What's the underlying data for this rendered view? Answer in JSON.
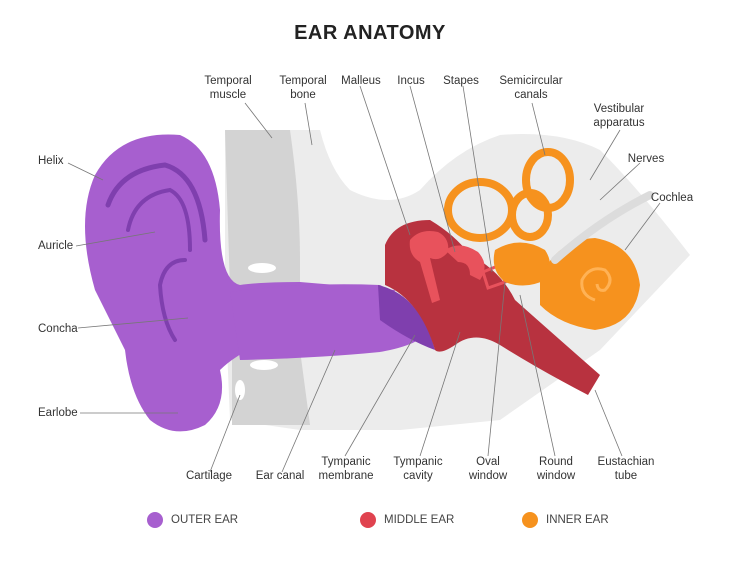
{
  "title": "EAR ANATOMY",
  "labels": {
    "temporal_muscle": "Temporal\nmuscle",
    "temporal_bone": "Temporal\nbone",
    "malleus": "Malleus",
    "incus": "Incus",
    "stapes": "Stapes",
    "semicircular_canals": "Semicircular\ncanals",
    "vestibular_apparatus": "Vestibular\napparatus",
    "nerves": "Nerves",
    "cochlea": "Cochlea",
    "helix": "Helix",
    "auricle": "Auricle",
    "concha": "Concha",
    "earlobe": "Earlobe",
    "cartilage": "Cartilage",
    "ear_canal": "Ear canal",
    "tympanic_membrane": "Tympanic\nmembrane",
    "tympanic_cavity": "Tympanic\ncavity",
    "oval_window": "Oval\nwindow",
    "round_window": "Round\nwindow",
    "eustachian_tube": "Eustachian\ntube"
  },
  "legend": [
    {
      "label": "OUTER EAR",
      "color": "#a75fcf"
    },
    {
      "label": "MIDDLE EAR",
      "color": "#e0434f"
    },
    {
      "label": "INNER EAR",
      "color": "#f6921e"
    }
  ],
  "colors": {
    "outer": "#a75fcf",
    "outer_dark": "#7f3fae",
    "middle": "#b8323f",
    "middle_light": "#e8525c",
    "inner": "#f6921e",
    "bone": "#e9e9e9",
    "bone_dark": "#cfcfcf"
  }
}
